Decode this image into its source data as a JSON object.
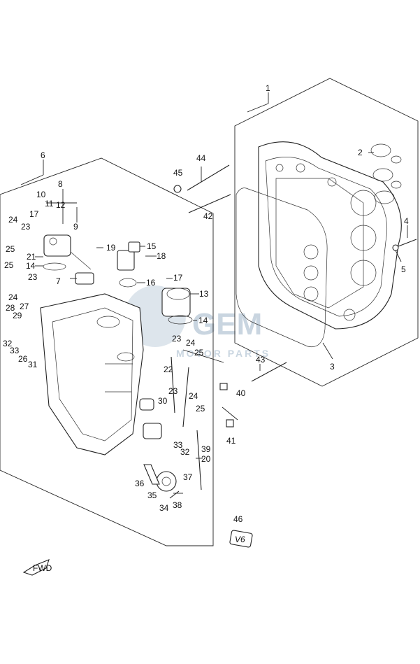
{
  "labels": [
    {
      "id": "1",
      "text": "1"
    },
    {
      "id": "2",
      "text": "2"
    },
    {
      "id": "3",
      "text": "3"
    },
    {
      "id": "4",
      "text": "4"
    },
    {
      "id": "5",
      "text": "5"
    },
    {
      "id": "6",
      "text": "6"
    },
    {
      "id": "7",
      "text": "7"
    },
    {
      "id": "8",
      "text": "8"
    },
    {
      "id": "9",
      "text": "9"
    },
    {
      "id": "10",
      "text": "10"
    },
    {
      "id": "11",
      "text": "11"
    },
    {
      "id": "12",
      "text": "12"
    },
    {
      "id": "13",
      "text": "13"
    },
    {
      "id": "14a",
      "text": "14"
    },
    {
      "id": "14b",
      "text": "14"
    },
    {
      "id": "15",
      "text": "15"
    },
    {
      "id": "16",
      "text": "16"
    },
    {
      "id": "17a",
      "text": "17"
    },
    {
      "id": "17b",
      "text": "17"
    },
    {
      "id": "18",
      "text": "18"
    },
    {
      "id": "19",
      "text": "19"
    },
    {
      "id": "20",
      "text": "20"
    },
    {
      "id": "21",
      "text": "21"
    },
    {
      "id": "22",
      "text": "22"
    },
    {
      "id": "23a",
      "text": "23"
    },
    {
      "id": "23b",
      "text": "23"
    },
    {
      "id": "23c",
      "text": "23"
    },
    {
      "id": "23d",
      "text": "23"
    },
    {
      "id": "23e",
      "text": "23"
    },
    {
      "id": "24a",
      "text": "24"
    },
    {
      "id": "24b",
      "text": "24"
    },
    {
      "id": "24c",
      "text": "24"
    },
    {
      "id": "24d",
      "text": "24"
    },
    {
      "id": "25a",
      "text": "25"
    },
    {
      "id": "25b",
      "text": "25"
    },
    {
      "id": "25c",
      "text": "25"
    },
    {
      "id": "25d",
      "text": "25"
    },
    {
      "id": "26",
      "text": "26"
    },
    {
      "id": "27",
      "text": "27"
    },
    {
      "id": "28",
      "text": "28"
    },
    {
      "id": "29",
      "text": "29"
    },
    {
      "id": "30",
      "text": "30"
    },
    {
      "id": "31",
      "text": "31"
    },
    {
      "id": "32a",
      "text": "32"
    },
    {
      "id": "32b",
      "text": "32"
    },
    {
      "id": "33a",
      "text": "33"
    },
    {
      "id": "33b",
      "text": "33"
    },
    {
      "id": "34",
      "text": "34"
    },
    {
      "id": "35",
      "text": "35"
    },
    {
      "id": "36",
      "text": "36"
    },
    {
      "id": "37",
      "text": "37"
    },
    {
      "id": "38",
      "text": "38"
    },
    {
      "id": "39",
      "text": "39"
    },
    {
      "id": "40",
      "text": "40"
    },
    {
      "id": "41",
      "text": "41"
    },
    {
      "id": "42",
      "text": "42"
    },
    {
      "id": "43",
      "text": "43"
    },
    {
      "id": "44",
      "text": "44"
    },
    {
      "id": "45",
      "text": "45"
    },
    {
      "id": "46",
      "text": "46"
    }
  ],
  "badge_text": "V6",
  "fwd_text": "FWD",
  "watermark": {
    "brand": "GEM",
    "sub": "MOTOR PARTS"
  }
}
